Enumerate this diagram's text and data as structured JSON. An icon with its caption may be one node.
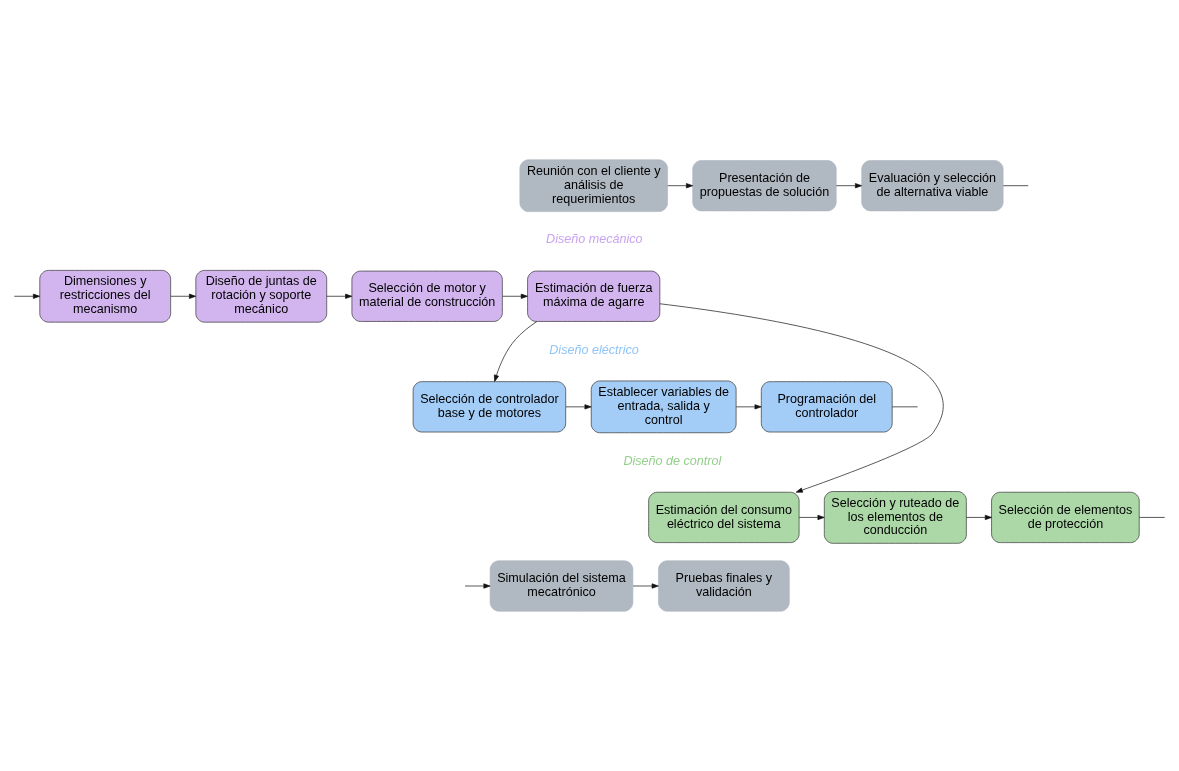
{
  "diagram": {
    "nodes": [
      {
        "text": [
          "Reunión con el cliente y análisis de requerimientos"
        ]
      },
      {
        "text": [
          "Presentación de propuestas de solución"
        ]
      },
      {
        "text": [
          "Evaluación y selección de alternativa viable"
        ]
      },
      {
        "text": [
          "Estimación de fuerza máxima de agarre"
        ]
      },
      {
        "text": [
          "Selección de motor y material de construcción"
        ]
      },
      {
        "text": [
          "Diseño de juntas de rotación y soporte mecánico"
        ]
      },
      {
        "text": [
          "Dimensiones y restricciones del mecanismo"
        ]
      },
      {
        "text": [
          "Selección de controlador base y de motores"
        ]
      },
      {
        "text": [
          "Establecer variables de entrada, salida y control"
        ]
      },
      {
        "text": [
          "Programación del controlador"
        ]
      },
      {
        "text": [
          "Estimación del consumo eléctrico del sistema"
        ]
      },
      {
        "text": [
          "Selección y ruteado de los elementos de conducción"
        ]
      },
      {
        "text": [
          "Selección de elementos de protección"
        ]
      },
      {
        "text": [
          "Pruebas finales y validación"
        ]
      },
      {
        "text": [
          "Simulación del sistema mecatrónico"
        ]
      }
    ],
    "edges": [
      {
        "from": 0,
        "to": 1,
        "arrow": "to"
      },
      {
        "from": 1,
        "to": 2,
        "arrow": "to"
      },
      {
        "from": 2,
        "to": null,
        "arrow": "none"
      },
      {
        "from": null,
        "to": 6,
        "arrow": "to"
      },
      {
        "from": 6,
        "to": 5,
        "arrow": "to"
      },
      {
        "from": 5,
        "to": 4,
        "arrow": "to"
      },
      {
        "from": 4,
        "to": 3,
        "arrow": "to"
      },
      {
        "from": 3,
        "to": 7,
        "arrow": "to"
      },
      {
        "from": 3,
        "to": 10,
        "arrow": "to"
      },
      {
        "from": 7,
        "to": 8,
        "arrow": "to"
      },
      {
        "from": 8,
        "to": 9,
        "arrow": "to"
      },
      {
        "from": 9,
        "to": null,
        "arrow": "none"
      },
      {
        "from": 10,
        "to": 11,
        "arrow": "to"
      },
      {
        "from": 11,
        "to": 12,
        "arrow": "to"
      },
      {
        "from": 12,
        "to": null,
        "arrow": "none"
      },
      {
        "from": null,
        "to": 14,
        "arrow": "to"
      },
      {
        "from": 14,
        "to": 13,
        "arrow": "to"
      }
    ],
    "labels": [
      "Diseño mecánico",
      "Diseño eléctrico",
      "Diseño de control"
    ]
  }
}
